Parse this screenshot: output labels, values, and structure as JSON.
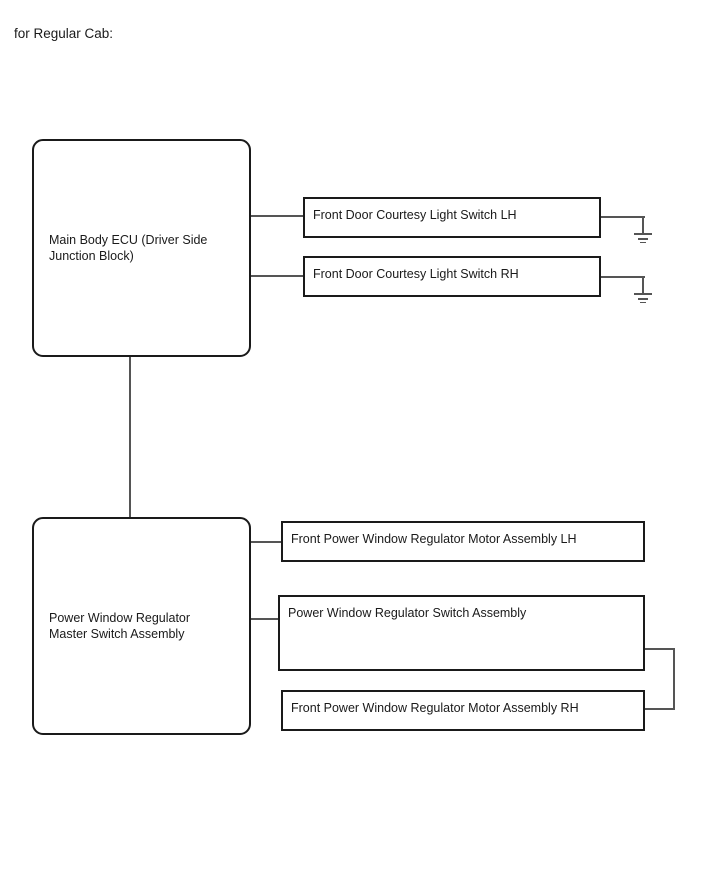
{
  "caption": "for Regular Cab:",
  "theme": {
    "background": "#ffffff",
    "box_border": "#1a1a1a",
    "wire": "#555555",
    "text": "#1a1a1a"
  },
  "nodes": {
    "main_body_ecu": {
      "label": "Main Body ECU (Driver Side\nJunction Block)"
    },
    "front_door_courtesy_light_switch_lh": {
      "label": "Front Door Courtesy Light Switch LH"
    },
    "front_door_courtesy_light_switch_rh": {
      "label": "Front Door Courtesy Light Switch RH"
    },
    "power_window_master_switch": {
      "label": "Power Window Regulator\nMaster Switch Assembly"
    },
    "front_power_window_motor_lh": {
      "label": "Front Power Window Regulator Motor Assembly LH"
    },
    "power_window_regulator_switch": {
      "label": "Power Window Regulator Switch Assembly"
    },
    "front_power_window_motor_rh": {
      "label": "Front Power Window Regulator Motor Assembly RH"
    }
  },
  "symbols": {
    "ground_lh": "ground-symbol",
    "ground_rh": "ground-symbol"
  }
}
